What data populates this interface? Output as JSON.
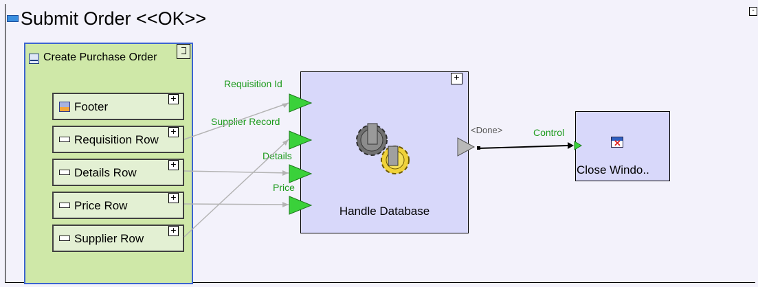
{
  "diagram": {
    "title": "Submit Order <<OK>>",
    "corner_expander": "-",
    "group": {
      "label": "Create Purchase Order",
      "rows": [
        {
          "label": "Footer",
          "icon": "footer-icon",
          "expander": "+"
        },
        {
          "label": "Requisition Row",
          "icon": "row-icon",
          "expander": "+"
        },
        {
          "label": "Details Row",
          "icon": "row-icon",
          "expander": "+"
        },
        {
          "label": "Price Row",
          "icon": "row-icon",
          "expander": "+"
        },
        {
          "label": "Supplier Row",
          "icon": "row-icon",
          "expander": "+"
        }
      ]
    },
    "handle_database": {
      "label": "Handle Database",
      "expander": "+",
      "inputs": [
        "Requisition Id",
        "Supplier Record",
        "Details",
        "Price"
      ],
      "output": "<Done>"
    },
    "close_window": {
      "label": "Close Windo..",
      "input": "Control"
    }
  }
}
